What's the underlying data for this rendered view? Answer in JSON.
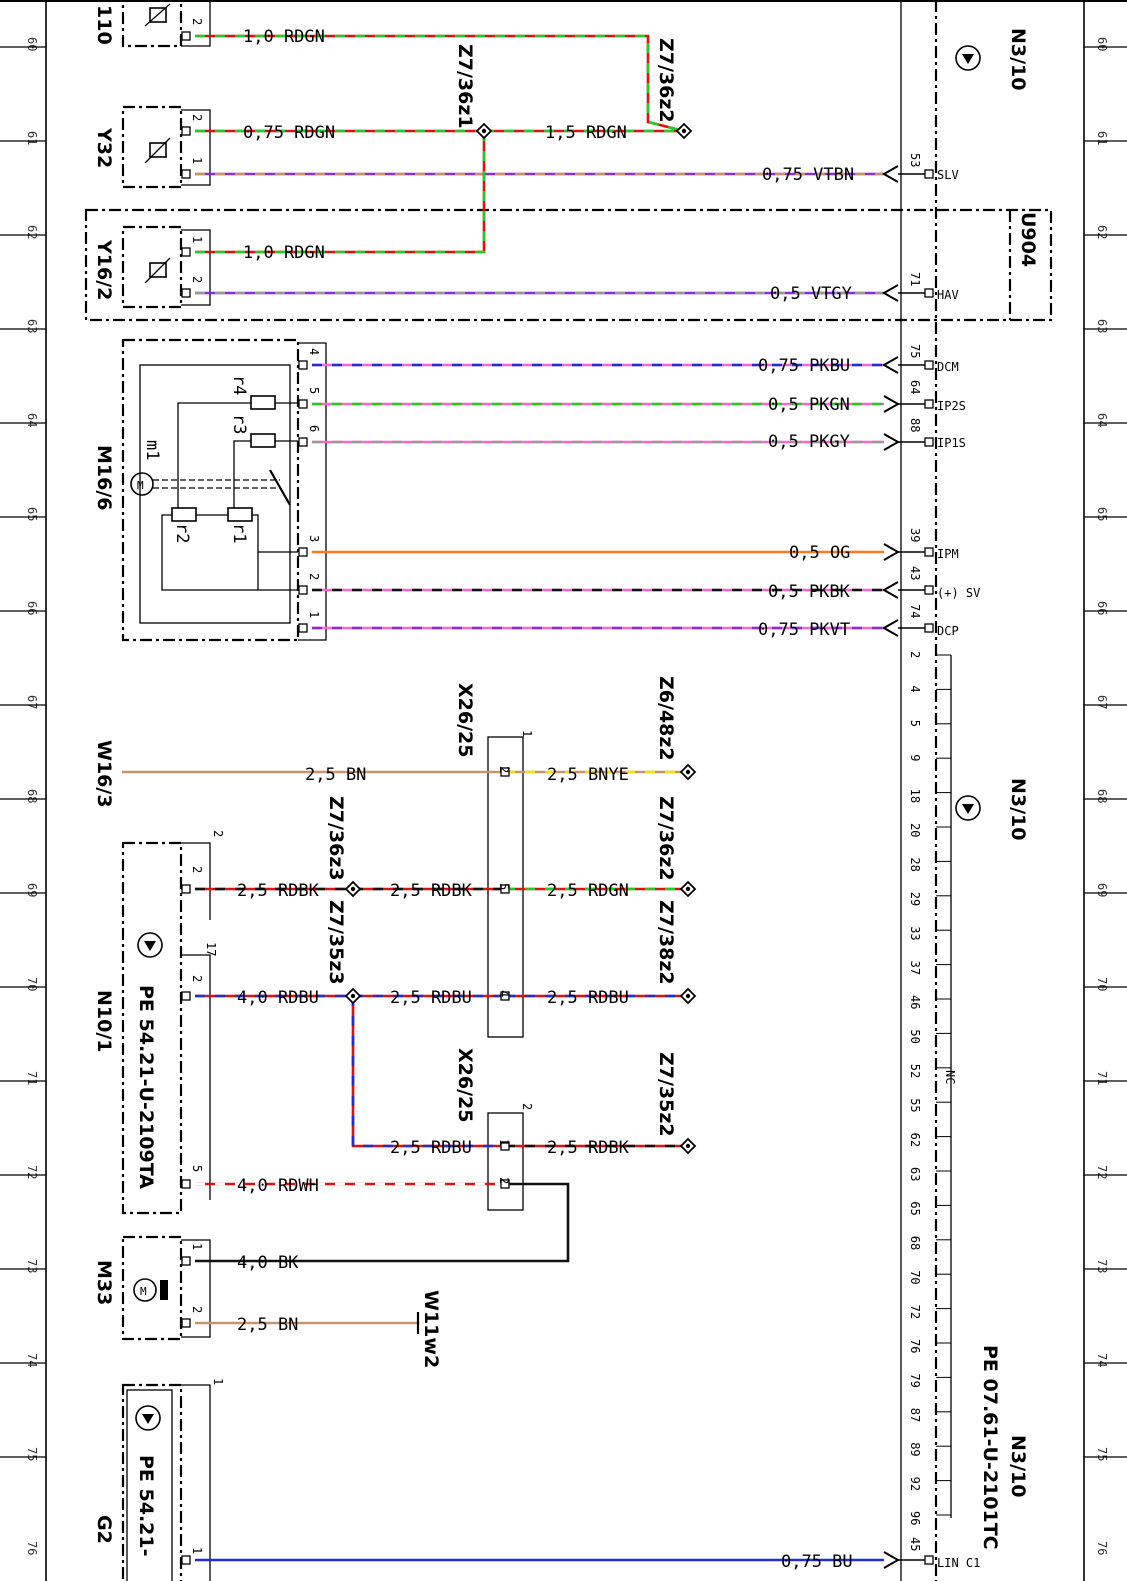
{
  "page": {
    "background": "#ffffff"
  },
  "ruler": {
    "labels": [
      "60",
      "61",
      "62",
      "63",
      "64",
      "65",
      "66",
      "67",
      "68",
      "69",
      "70",
      "71",
      "72",
      "73",
      "74",
      "75",
      "76"
    ]
  },
  "colors": {
    "RD": "#e01010",
    "GN": "#22cc22",
    "VT": "#8a2be2",
    "BN": "#c8946a",
    "GY": "#999999",
    "PK": "#ff66cc",
    "BU": "#1f2fd1",
    "OG": "#ff7a1a",
    "YE": "#f0e000",
    "BK": "#111111",
    "WH": "#ffffff"
  },
  "components": {
    "y110": "110",
    "y32": "Y32",
    "y16_2": "Y16/2",
    "m16_6": "M16/6",
    "m1": "m1",
    "r1": "r1",
    "r2": "r2",
    "r3": "r3",
    "r4": "r4",
    "u904": "U904",
    "n3_10_top": "N3/10",
    "n3_10_mid": "N3/10",
    "n3_10_bot": "N3/10",
    "pe_n3": "PE 07.61-U-2101TC",
    "n10_1": "N10/1",
    "pe_n10": "PE 54.21-U-2109TA",
    "m33": "M33",
    "g2": "G2",
    "pe_g2": "PE 54.21-",
    "w16_3": "W16/3",
    "w11w2": "W11w2",
    "x26_25_a": "X26/25",
    "x26_25_b": "X26/25",
    "z7_36z1": "Z7/36z1",
    "z7_36z2_top": "Z7/36z2",
    "z6_48z2": "Z6/48z2",
    "z7_36z3": "Z7/36z3",
    "z7_36z2_mid": "Z7/36z2",
    "z7_35z3": "Z7/35z3",
    "z7_38z2": "Z7/38z2",
    "z7_35z2": "Z7/35z2",
    "nc": "NC"
  },
  "wires": {
    "w1": "1,0 RDGN",
    "w2": "0,75 RDGN",
    "w3": "1,5 RDGN",
    "w4": "0,75 VTBN",
    "w5": "1,0 RDGN",
    "w6": "0,5 VTGY",
    "w7": "0,75 PKBU",
    "w8": "0,5 PKGN",
    "w9": "0,5 PKGY",
    "w10": "0,5 OG",
    "w11": "0,5 PKBK",
    "w12": "0,75 PKVT",
    "w13": "2,5 BN",
    "w14": "2,5 BNYE",
    "w15": "2,5 RDBK",
    "w16": "2,5 RDBK",
    "w17": "2,5 RDGN",
    "w18": "4,0 RDBU",
    "w19": "2,5 RDBU",
    "w20": "2,5 RDBU",
    "w21": "2,5 RDBU",
    "w22": "2,5 RDBK",
    "w23": "4,0 RDWH",
    "w24": "4,0 BK",
    "w25": "2,5 BN",
    "w26": "0,75 BU"
  },
  "signals": {
    "slv": "SLV",
    "hav": "HAV",
    "dcm": "DCM",
    "ip2s": "IP2S",
    "ip1s": "IP1S",
    "ipm": "IPM",
    "sv": "(+) SV",
    "dcp": "DCP",
    "linc1": "LIN C1"
  },
  "pins": {
    "y110_2": "2",
    "y32_2": "2",
    "y32_1": "1",
    "y16_1": "1",
    "y16_2": "2",
    "m16_4": "4",
    "m16_5": "5",
    "m16_6": "6",
    "m16_3": "3",
    "m16_2": "2",
    "m16_1": "1",
    "n3_53": "53",
    "n3_71": "71",
    "n3_75": "75",
    "n3_64": "64",
    "n3_88": "88",
    "n3_39": "39",
    "n3_43": "43",
    "n3_74": "74",
    "n3_45": "45",
    "x26a_1": "1",
    "x26a_2": "2",
    "x26a_5": "5",
    "x26a_4": "4",
    "x26b_2top": "2",
    "x26b_1": "1",
    "x26b_2": "2",
    "n10_2top": "2",
    "n10_2": "2",
    "n10_17": "17",
    "n10_2b": "2",
    "n10_5": "5",
    "m33_1": "1",
    "m33_2": "2",
    "g2_1top": "1",
    "g2_1": "1"
  },
  "nc_pins": [
    "2",
    "4",
    "5",
    "9",
    "18",
    "20",
    "28",
    "29",
    "33",
    "37",
    "46",
    "50",
    "52",
    "55",
    "62",
    "63",
    "65",
    "68",
    "70",
    "72",
    "76",
    "79",
    "87",
    "89",
    "92",
    "96"
  ]
}
